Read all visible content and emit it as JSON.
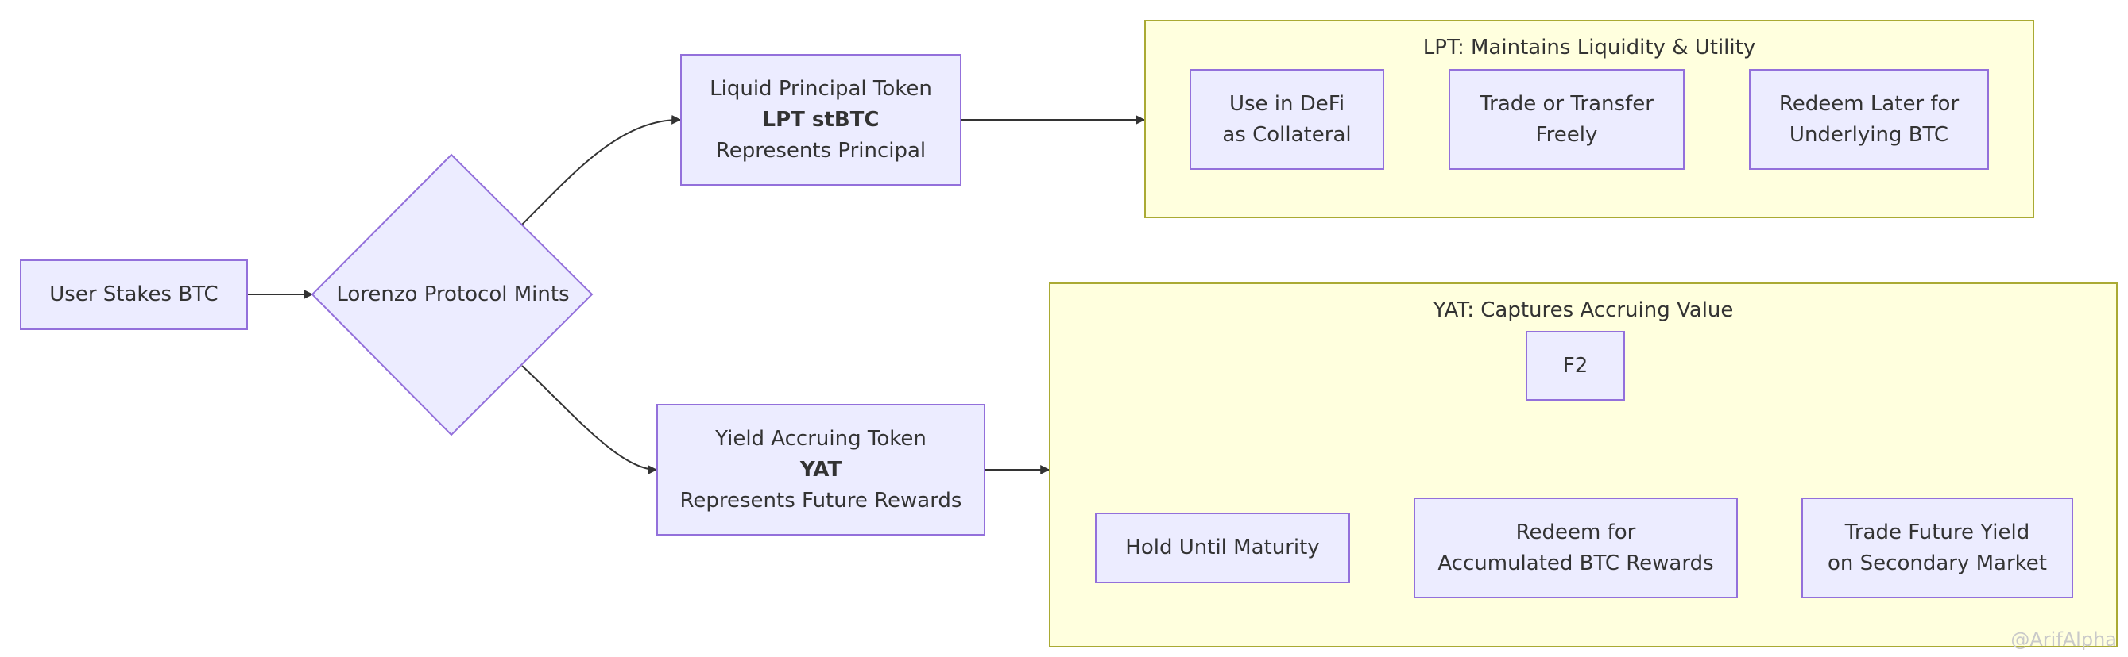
{
  "colors": {
    "node_fill": "#ECECFF",
    "node_border": "#9370DB",
    "cluster_fill": "#FFFFDE",
    "cluster_border": "#AAAA33",
    "edge": "#333333",
    "text": "#333333"
  },
  "nodes": {
    "user_stakes": "User Stakes BTC",
    "lorenzo": "Lorenzo Protocol Mints",
    "lpt": {
      "line1": "Liquid Principal Token",
      "line2": "LPT stBTC",
      "line3": "Represents Principal"
    },
    "yat": {
      "line1": "Yield Accruing Token",
      "line2": "YAT",
      "line3": "Represents Future Rewards"
    },
    "defi": {
      "line1": "Use in DeFi",
      "line2": "as Collateral"
    },
    "trade_transfer": {
      "line1": "Trade or Transfer",
      "line2": "Freely"
    },
    "redeem_later": {
      "line1": "Redeem Later for",
      "line2": "Underlying BTC"
    },
    "f2": "F2",
    "hold": "Hold Until Maturity",
    "redeem_rewards": {
      "line1": "Redeem for",
      "line2": "Accumulated BTC Rewards"
    },
    "trade_yield": {
      "line1": "Trade Future Yield",
      "line2": "on Secondary Market"
    }
  },
  "clusters": {
    "lpt_title": "LPT: Maintains Liquidity & Utility",
    "yat_title": "YAT: Captures Accruing Value"
  },
  "watermark": "@ArifAlpha"
}
